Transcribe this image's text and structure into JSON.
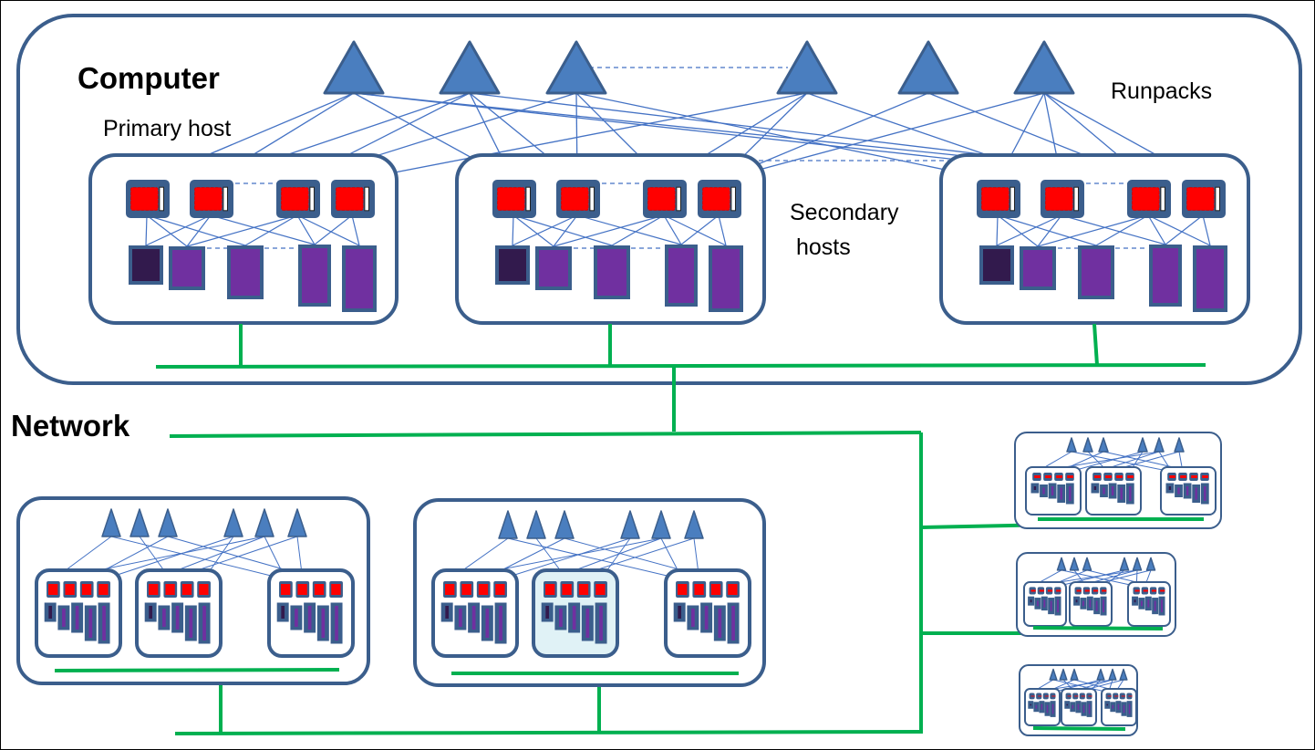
{
  "labels": {
    "computer": "Computer",
    "primary_host": "Primary  host",
    "runpacks": "Runpacks",
    "secondary_hosts_line1": "Secondary",
    "secondary_hosts_line2": "hosts",
    "network": "Network"
  },
  "colors": {
    "border": "#3b5e8c",
    "triangle": "#4a7ebf",
    "link": "#4472c4",
    "processor": "#ff0000",
    "storage": "#7030a0",
    "storage_dark": "#321a4d",
    "network": "#00b050",
    "highlight_host": "#e0f2f6"
  },
  "diagram": {
    "main_computer": {
      "runpacks": 6,
      "hosts": 3,
      "processors_per_host": 4,
      "storage_per_host": 5
    },
    "small_computers": 5
  }
}
